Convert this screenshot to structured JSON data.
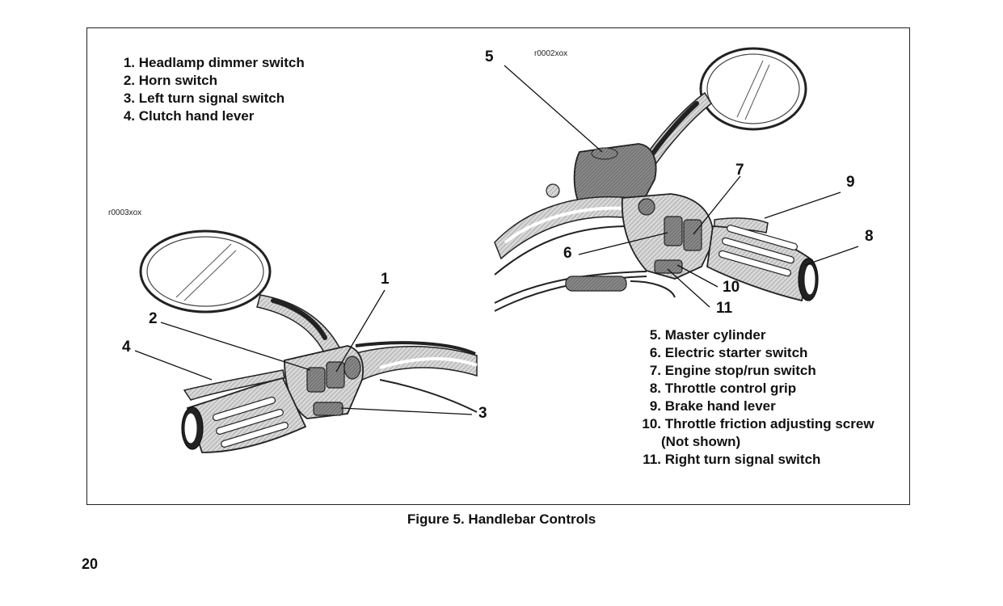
{
  "figure": {
    "caption": "Figure 5. Handlebar Controls",
    "left_code": "r0003xox",
    "right_code": "r0002xox"
  },
  "left_list": [
    {
      "num": "1.",
      "text": "Headlamp dimmer switch"
    },
    {
      "num": "2.",
      "text": "Horn switch"
    },
    {
      "num": "3.",
      "text": "Left turn signal switch"
    },
    {
      "num": "4.",
      "text": "Clutch hand lever"
    }
  ],
  "right_list": [
    {
      "num": "5.",
      "text": "Master cylinder"
    },
    {
      "num": "6.",
      "text": "Electric starter switch"
    },
    {
      "num": "7.",
      "text": "Engine stop/run switch"
    },
    {
      "num": "8.",
      "text": "Throttle control grip"
    },
    {
      "num": "9.",
      "text": "Brake hand lever"
    },
    {
      "num": "10.",
      "text": "Throttle friction adjusting screw",
      "cont": "(Not shown)"
    },
    {
      "num": "11.",
      "text": "Right turn signal switch"
    }
  ],
  "callouts": {
    "c1": "1",
    "c2": "2",
    "c3": "3",
    "c4": "4",
    "c5": "5",
    "c6": "6",
    "c7": "7",
    "c8": "8",
    "c9": "9",
    "c10": "10",
    "c11": "11"
  },
  "page": {
    "number": "20"
  }
}
